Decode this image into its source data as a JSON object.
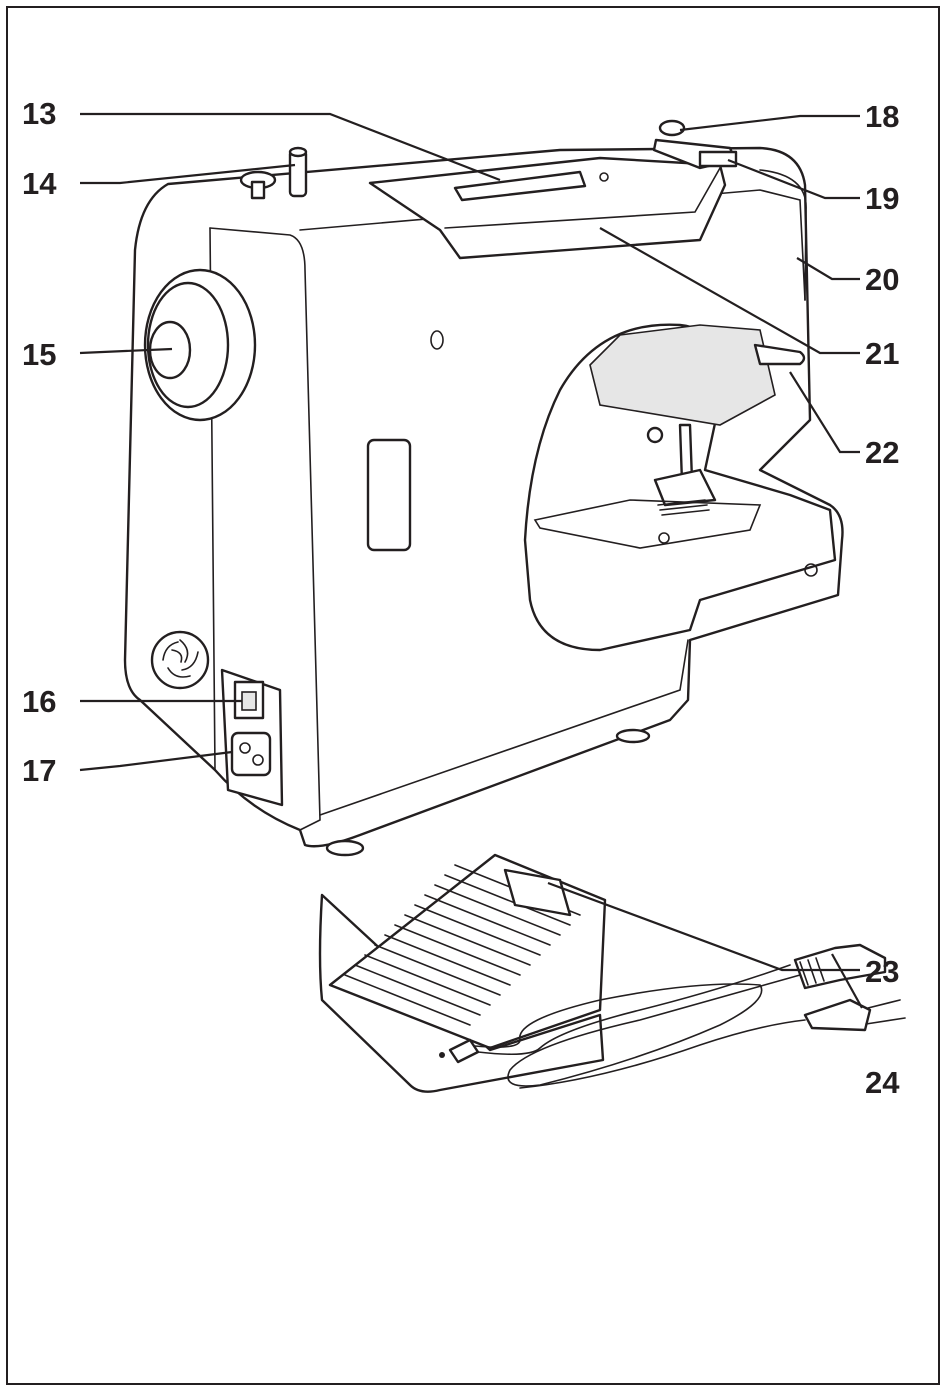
{
  "figure": {
    "callouts": [
      {
        "id": "13",
        "label": "13"
      },
      {
        "id": "14",
        "label": "14"
      },
      {
        "id": "15",
        "label": "15"
      },
      {
        "id": "16",
        "label": "16"
      },
      {
        "id": "17",
        "label": "17"
      },
      {
        "id": "18",
        "label": "18"
      },
      {
        "id": "19",
        "label": "19"
      },
      {
        "id": "20",
        "label": "20"
      },
      {
        "id": "21",
        "label": "21"
      },
      {
        "id": "22",
        "label": "22"
      },
      {
        "id": "23",
        "label": "23"
      },
      {
        "id": "24",
        "label": "24"
      }
    ],
    "colors": {
      "ink": "#231f20",
      "paper": "#ffffff"
    },
    "parts": [
      "sewing-machine",
      "foot-pedal",
      "power-cord"
    ]
  }
}
